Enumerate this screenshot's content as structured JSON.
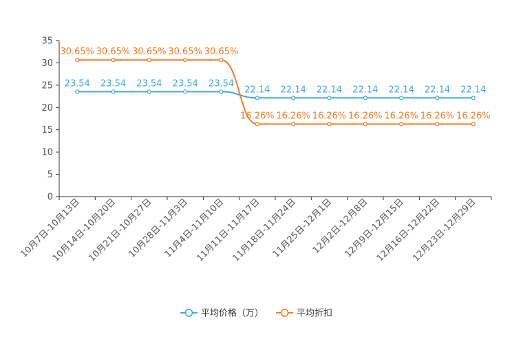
{
  "chart_data": {
    "type": "line",
    "categories": [
      "10月7日-10月13日",
      "10月14日-10月20日",
      "10月21日-10月27日",
      "10月28日-11月3日",
      "11月4日-11月10日",
      "11月11日-11月17日",
      "11月18日-11月24日",
      "11月25日-12月1日",
      "12月2日-12月8日",
      "12月9日-12月15日",
      "12月16日-12月22日",
      "12月23日-12月29日"
    ],
    "series": [
      {
        "name": "平均价格（万）",
        "color": "#3fa7dc",
        "values": [
          23.54,
          23.54,
          23.54,
          23.54,
          23.54,
          22.14,
          22.14,
          22.14,
          22.14,
          22.14,
          22.14,
          22.14
        ],
        "labels": [
          "23.54",
          "23.54",
          "23.54",
          "23.54",
          "23.54",
          "22.14",
          "22.14",
          "22.14",
          "22.14",
          "22.14",
          "22.14",
          "22.14"
        ]
      },
      {
        "name": "平均折扣",
        "color": "#f47920",
        "values": [
          30.65,
          30.65,
          30.65,
          30.65,
          30.65,
          16.26,
          16.26,
          16.26,
          16.26,
          16.26,
          16.26,
          16.26
        ],
        "labels": [
          "30.65%",
          "30.65%",
          "30.65%",
          "30.65%",
          "30.65%",
          "16.26%",
          "16.26%",
          "16.26%",
          "16.26%",
          "16.26%",
          "16.26%",
          "16.26%"
        ]
      }
    ],
    "ylim": [
      0,
      35
    ],
    "yticks": [
      0,
      5,
      10,
      15,
      20,
      25,
      30,
      35
    ],
    "grid": false,
    "smooth": true,
    "legend_position": "bottom-center"
  }
}
